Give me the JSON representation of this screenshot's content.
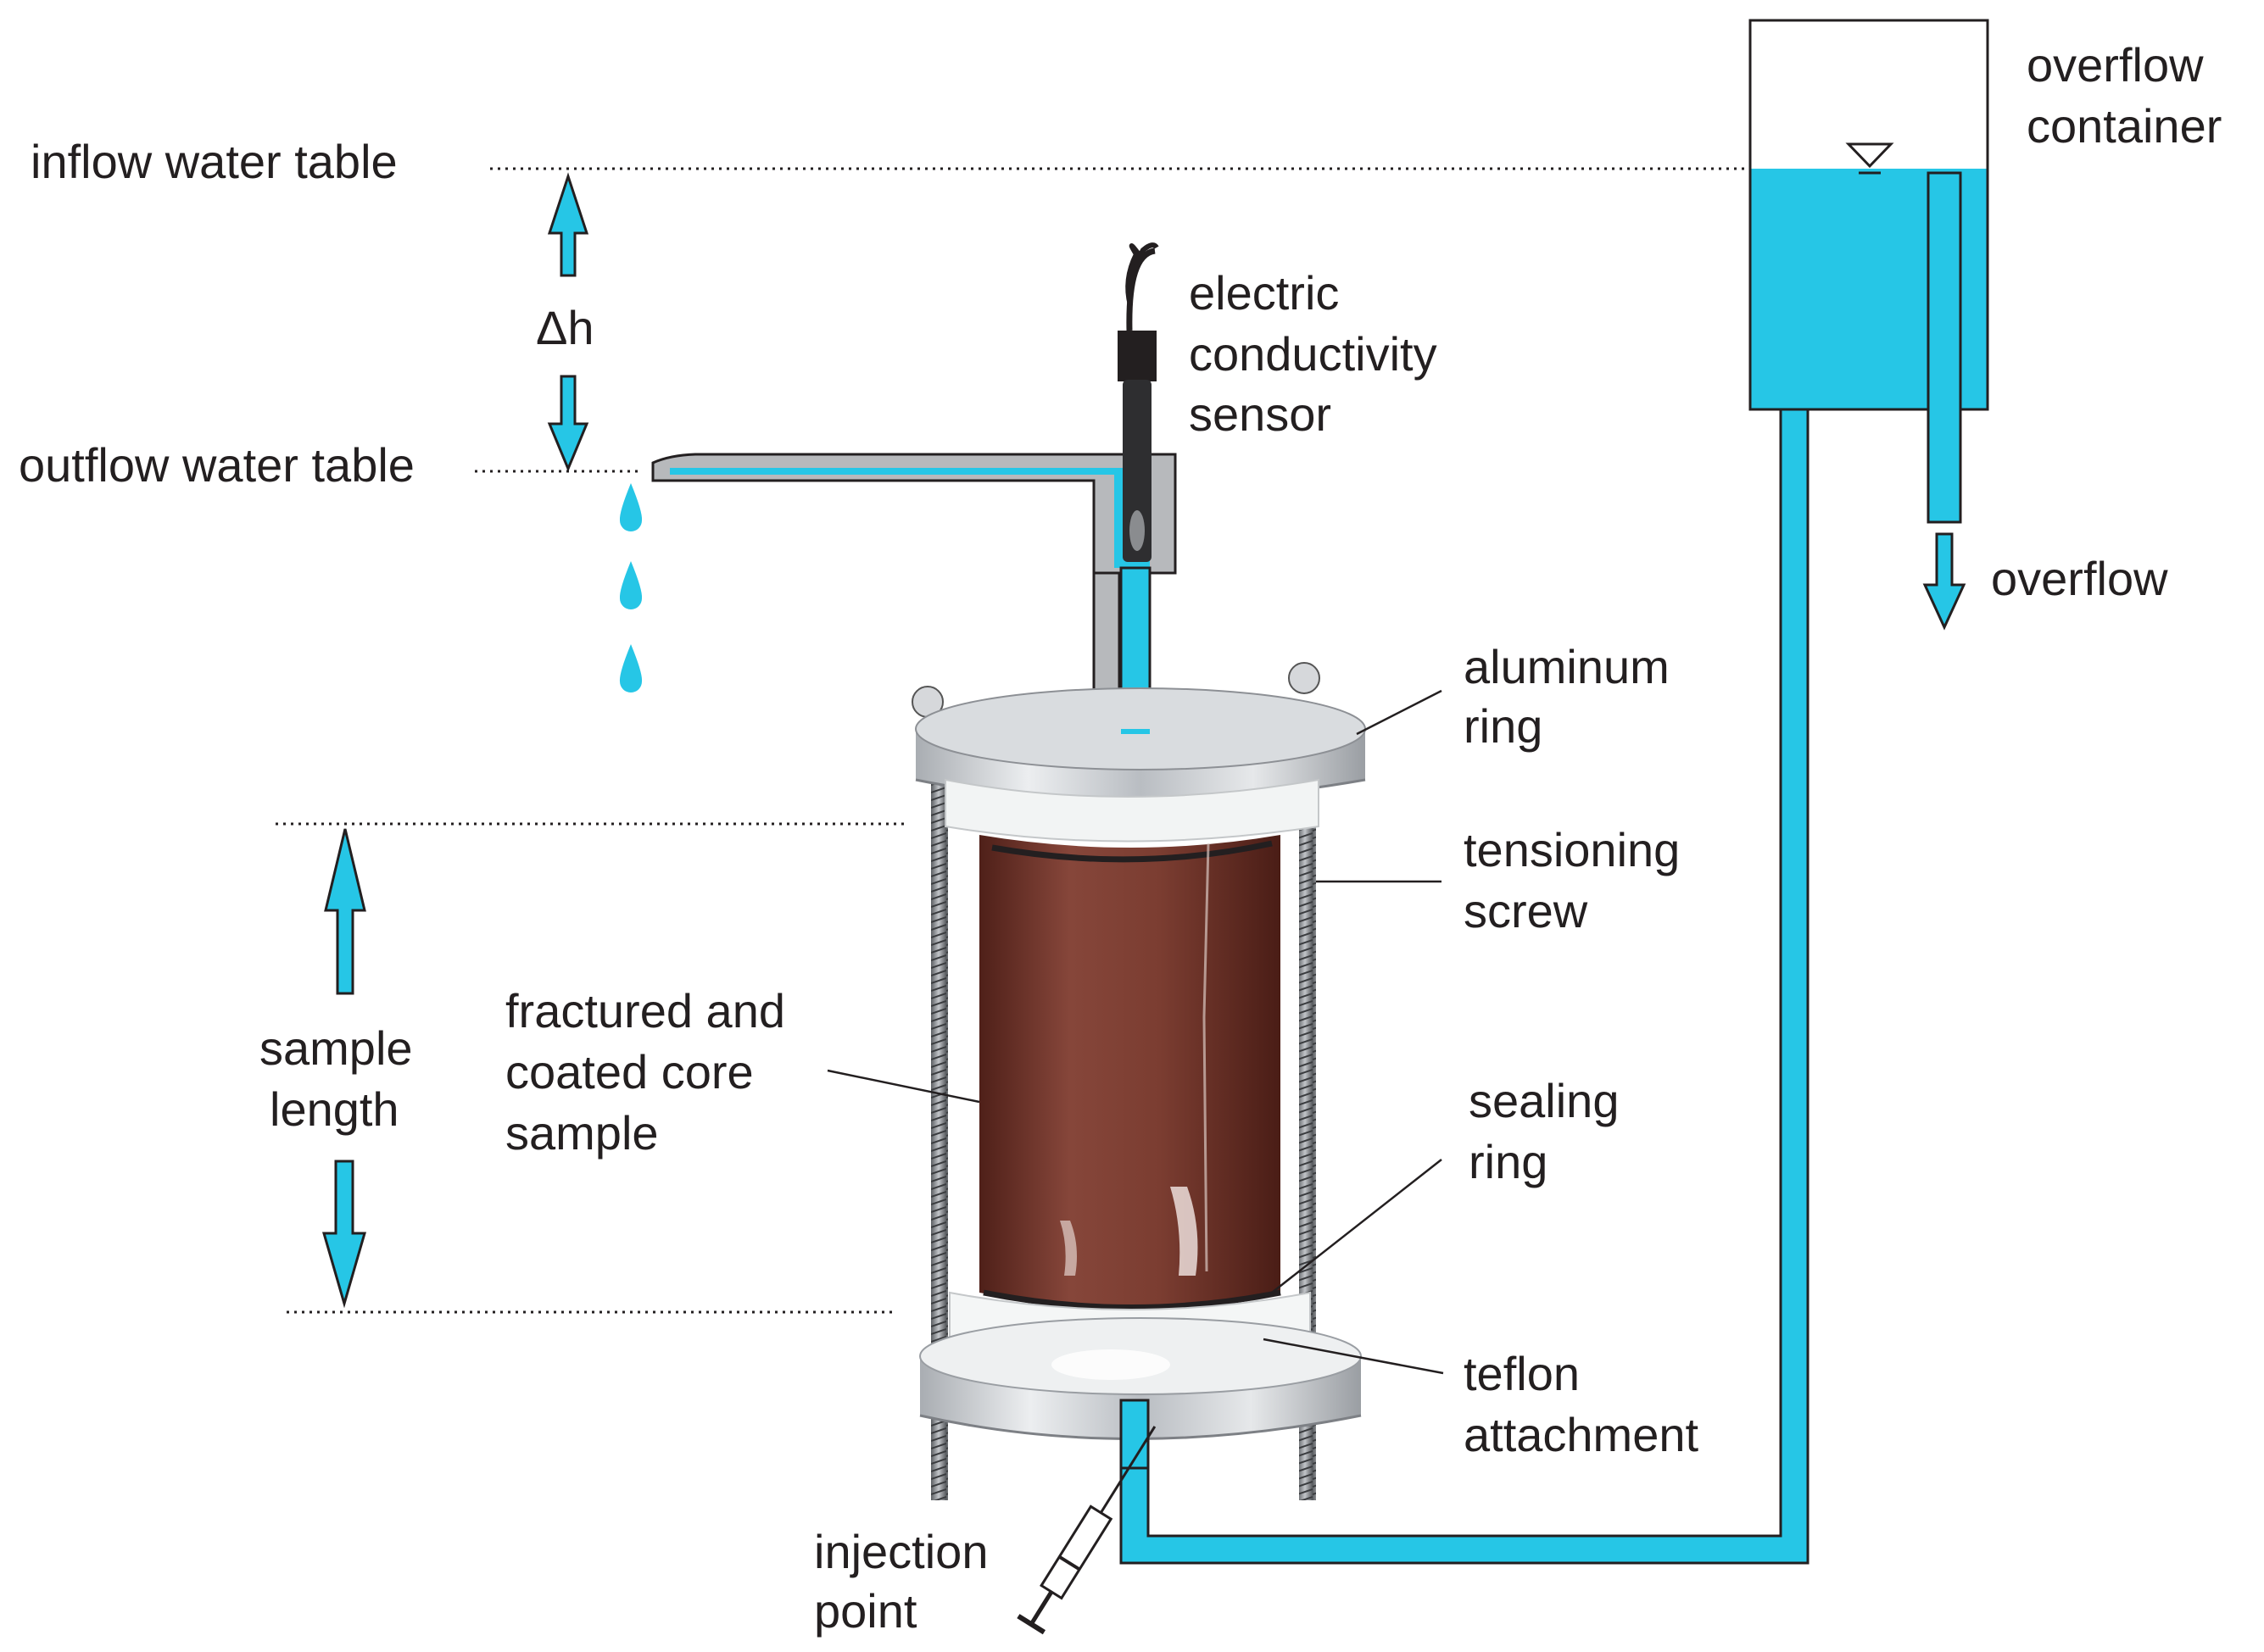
{
  "labels": {
    "inflow_water_table": "inflow water table",
    "outflow_water_table": "outflow water table",
    "delta_h": "Δh",
    "sensor_line1": "electric",
    "sensor_line2": "conductivity",
    "sensor_line3": "sensor",
    "overflow_container_line1": "overflow",
    "overflow_container_line2": "container",
    "overflow": "overflow",
    "aluminum_ring_line1": "aluminum",
    "aluminum_ring_line2": "ring",
    "tensioning_screw_line1": "tensioning",
    "tensioning_screw_line2": "screw",
    "core_sample_line1": "fractured and",
    "core_sample_line2": "coated core",
    "core_sample_line3": "sample",
    "sample_length_line1": "sample",
    "sample_length_line2": "length",
    "sealing_ring_line1": "sealing",
    "sealing_ring_line2": "ring",
    "teflon_line1": "teflon",
    "teflon_line2": "attachment",
    "injection_line1": "injection",
    "injection_line2": "point"
  },
  "colors": {
    "water": "#26c6e6",
    "text": "#231f20",
    "core": "#7a3a2e",
    "aluminum": "#c9ccd0",
    "teflon": "#f4f6f6"
  }
}
